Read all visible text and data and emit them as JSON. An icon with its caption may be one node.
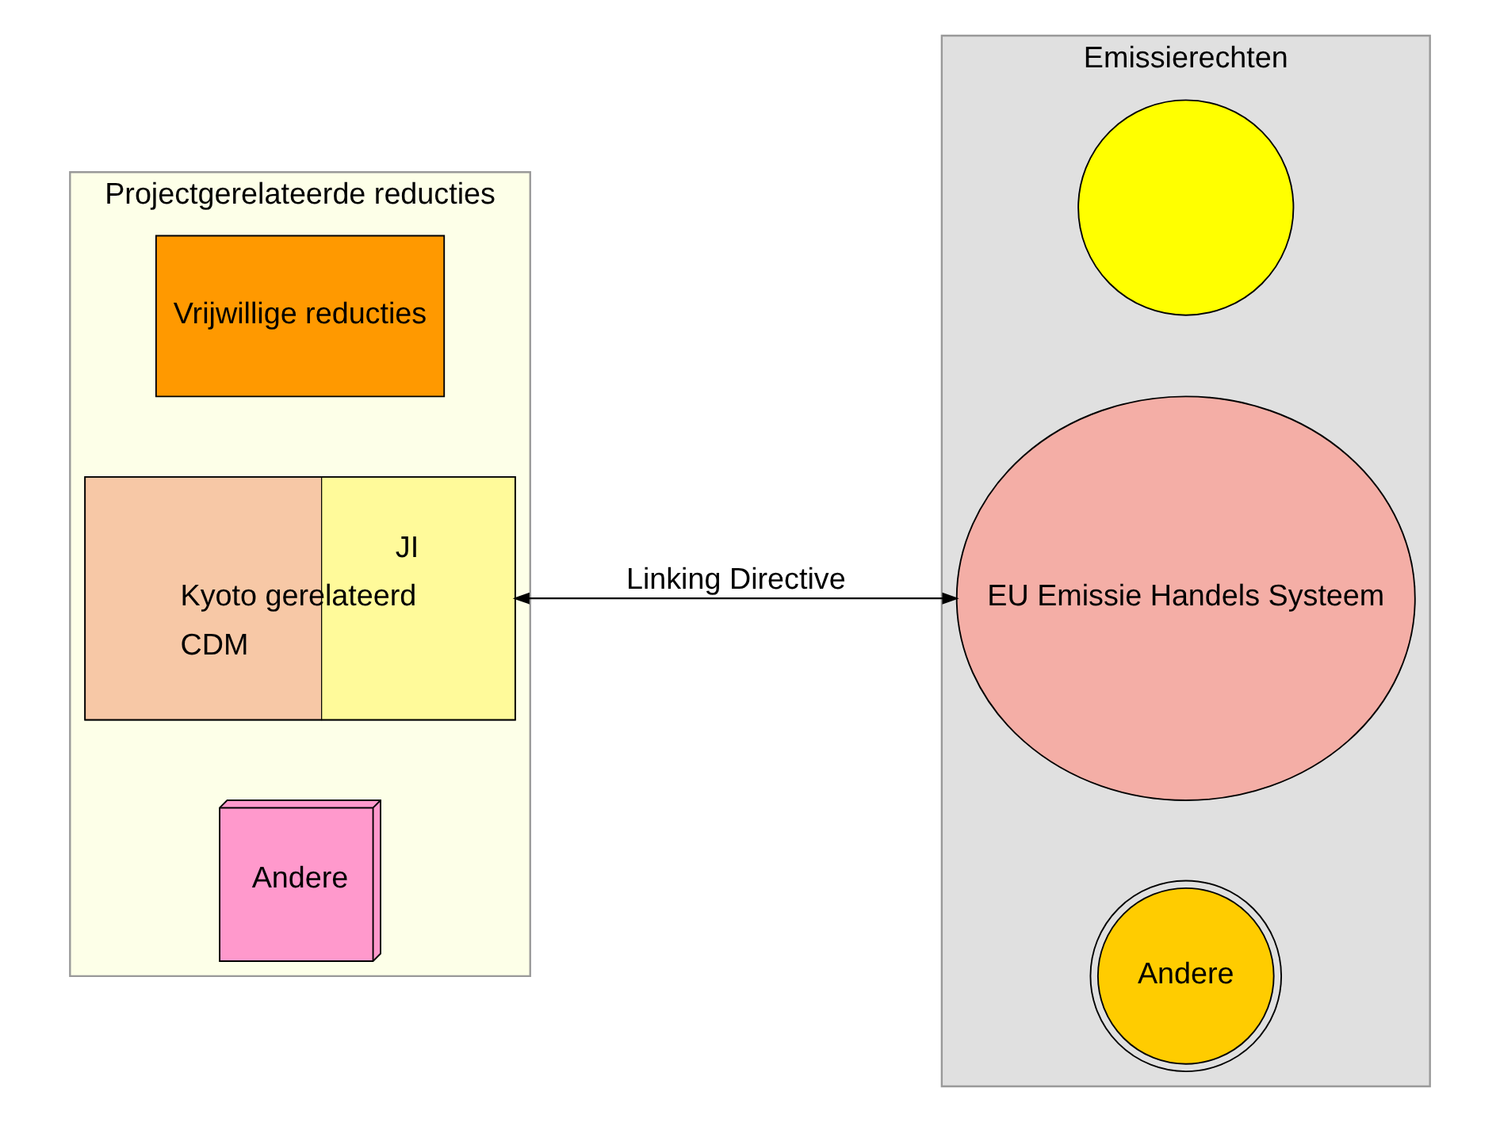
{
  "diagram": {
    "nodes": [
      {
        "text": [
          "Projectgerelateerde reducties"
        ]
      },
      {
        "text": [
          "Vrijwillige reducties"
        ],
        "in": 0
      },
      {
        "text": [
          "JI",
          "Kyoto gerelateerd",
          "CDM"
        ],
        "in": 0
      },
      {
        "text": [
          "Andere"
        ],
        "in": 0
      },
      {
        "text": [
          "Emissierechten"
        ]
      },
      {
        "text": [],
        "shape": "circle",
        "in": 4
      },
      {
        "text": [
          "EU Emissie Handels Systeem"
        ],
        "in": 4
      },
      {
        "text": [
          "Andere"
        ],
        "in": 4
      }
    ],
    "edges": [
      {
        "from": 2,
        "to": 6,
        "arrow": "both",
        "label": "Linking Directive"
      }
    ]
  }
}
